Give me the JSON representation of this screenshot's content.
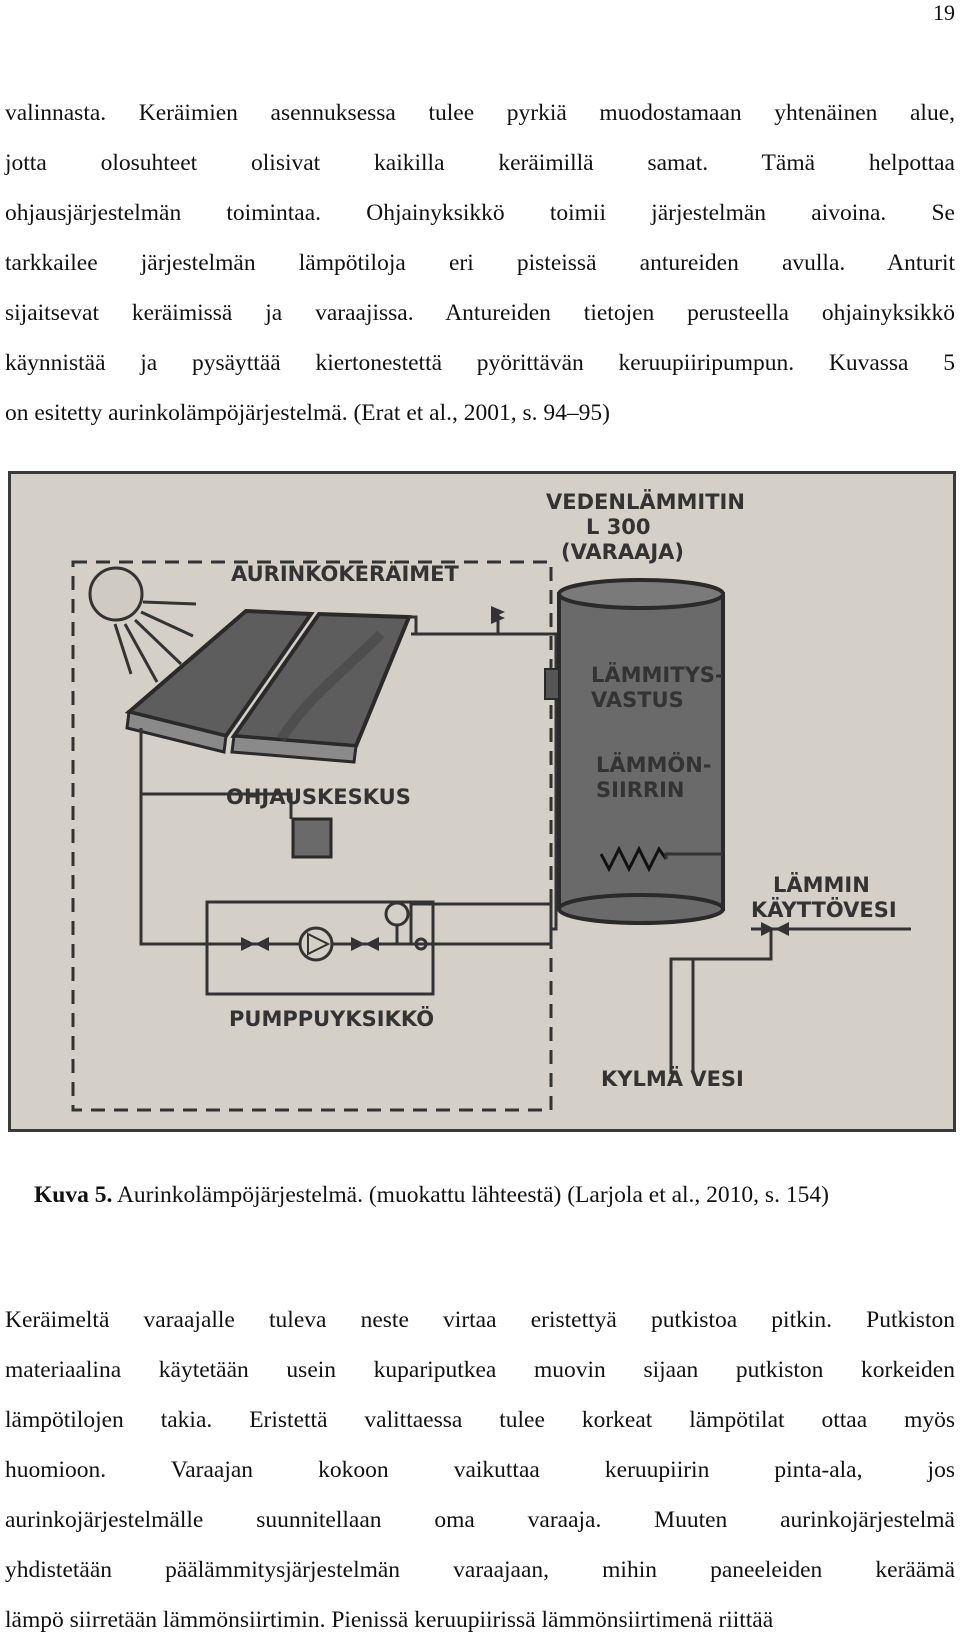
{
  "page": {
    "number": "19"
  },
  "paragraph_1": {
    "lines": [
      "valinnasta. Keräimien asennuksessa tulee pyrkiä muodostamaan yhtenäinen alue,",
      "jotta olosuhteet olisivat kaikilla keräimillä samat. Tämä helpottaa",
      "ohjausjärjestelmän toimintaa. Ohjainyksikkö toimii järjestelmän aivoina. Se",
      "tarkkailee järjestelmän lämpötiloja eri pisteissä antureiden avulla. Anturit",
      "sijaitsevat keräimissä ja varaajissa. Antureiden tietojen perusteella ohjainyksikkö",
      "käynnistää ja pysäyttää kiertonestettä pyörittävän keruupiiripumpun. Kuvassa 5",
      "on esitetty aurinkolämpöjärjestelmä. (Erat et al., 2001, s. 94–95)"
    ]
  },
  "figure": {
    "labels": {
      "collectors": "AURINKOKERÄIMET",
      "heater_line1": "VEDENLÄMMITIN",
      "heater_line2": "L 300",
      "heater_line3": "(VARAAJA)",
      "resistor_line1": "LÄMMITYS-",
      "resistor_line2": "VASTUS",
      "exchanger_line1": "LÄMMÖN-",
      "exchanger_line2": "SIIRRIN",
      "control_unit": "OHJAUSKESKUS",
      "hot_water_line1": "LÄMMIN",
      "hot_water_line2": "KÄYTTÖVESI",
      "pump_unit": "PUMPPUYKSIKKÖ",
      "cold_water": "KYLMÄ VESI"
    },
    "icons": [
      "sun-icon",
      "valve-icon",
      "pump-icon",
      "pressure-gauge-icon"
    ],
    "colors": {
      "background": "#d4d0c8",
      "ink": "#333333"
    }
  },
  "caption": {
    "prefix": "Kuva 5.",
    "text": " Aurinkolämpöjärjestelmä. (muokattu lähteestä) (Larjola et al., 2010, s. 154)"
  },
  "paragraph_2": {
    "lines": [
      "Keräimeltä varaajalle tuleva neste virtaa eristettyä putkistoa pitkin. Putkiston",
      "materiaalina käytetään usein kupariputkea muovin sijaan putkiston korkeiden",
      "lämpötilojen takia. Eristettä valittaessa tulee korkeat lämpötilat ottaa myös",
      "huomioon. Varaajan kokoon vaikuttaa keruupiirin pinta-ala, jos",
      "aurinkojärjestelmälle suunnitellaan oma varaaja. Muuten aurinkojärjestelmä",
      "yhdistetään päälämmitysjärjestelmän varaajaan, mihin paneeleiden keräämä",
      "lämpö siirretään lämmönsiirtimin. Pienissä keruupiirissä lämmönsiirtimenä riittää"
    ]
  }
}
